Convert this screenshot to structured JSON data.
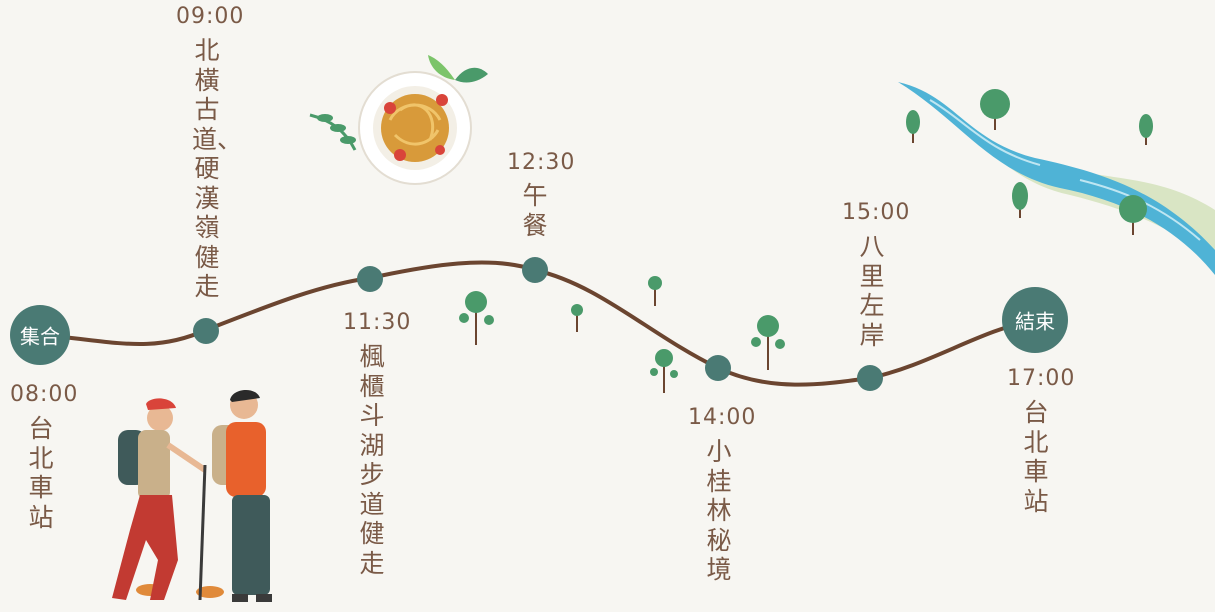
{
  "start": {
    "badge": "集合",
    "time": "08:00",
    "place": "台北車站"
  },
  "stops": [
    {
      "time": "09:00",
      "place": "北橫古道、硬漢嶺健走"
    },
    {
      "time": "11:30",
      "place": "楓櫃斗湖步道健走"
    },
    {
      "time": "12:30",
      "place": "午餐"
    },
    {
      "time": "14:00",
      "place": "小桂林秘境"
    },
    {
      "time": "15:00",
      "place": "八里左岸"
    }
  ],
  "end": {
    "badge": "結束",
    "time": "17:00",
    "place": "台北車站"
  },
  "colors": {
    "route": "#6b4530",
    "node": "#4a7a74",
    "text": "#7a5a47",
    "river": "#4fb3d6",
    "tree": "#4a9a6a"
  }
}
